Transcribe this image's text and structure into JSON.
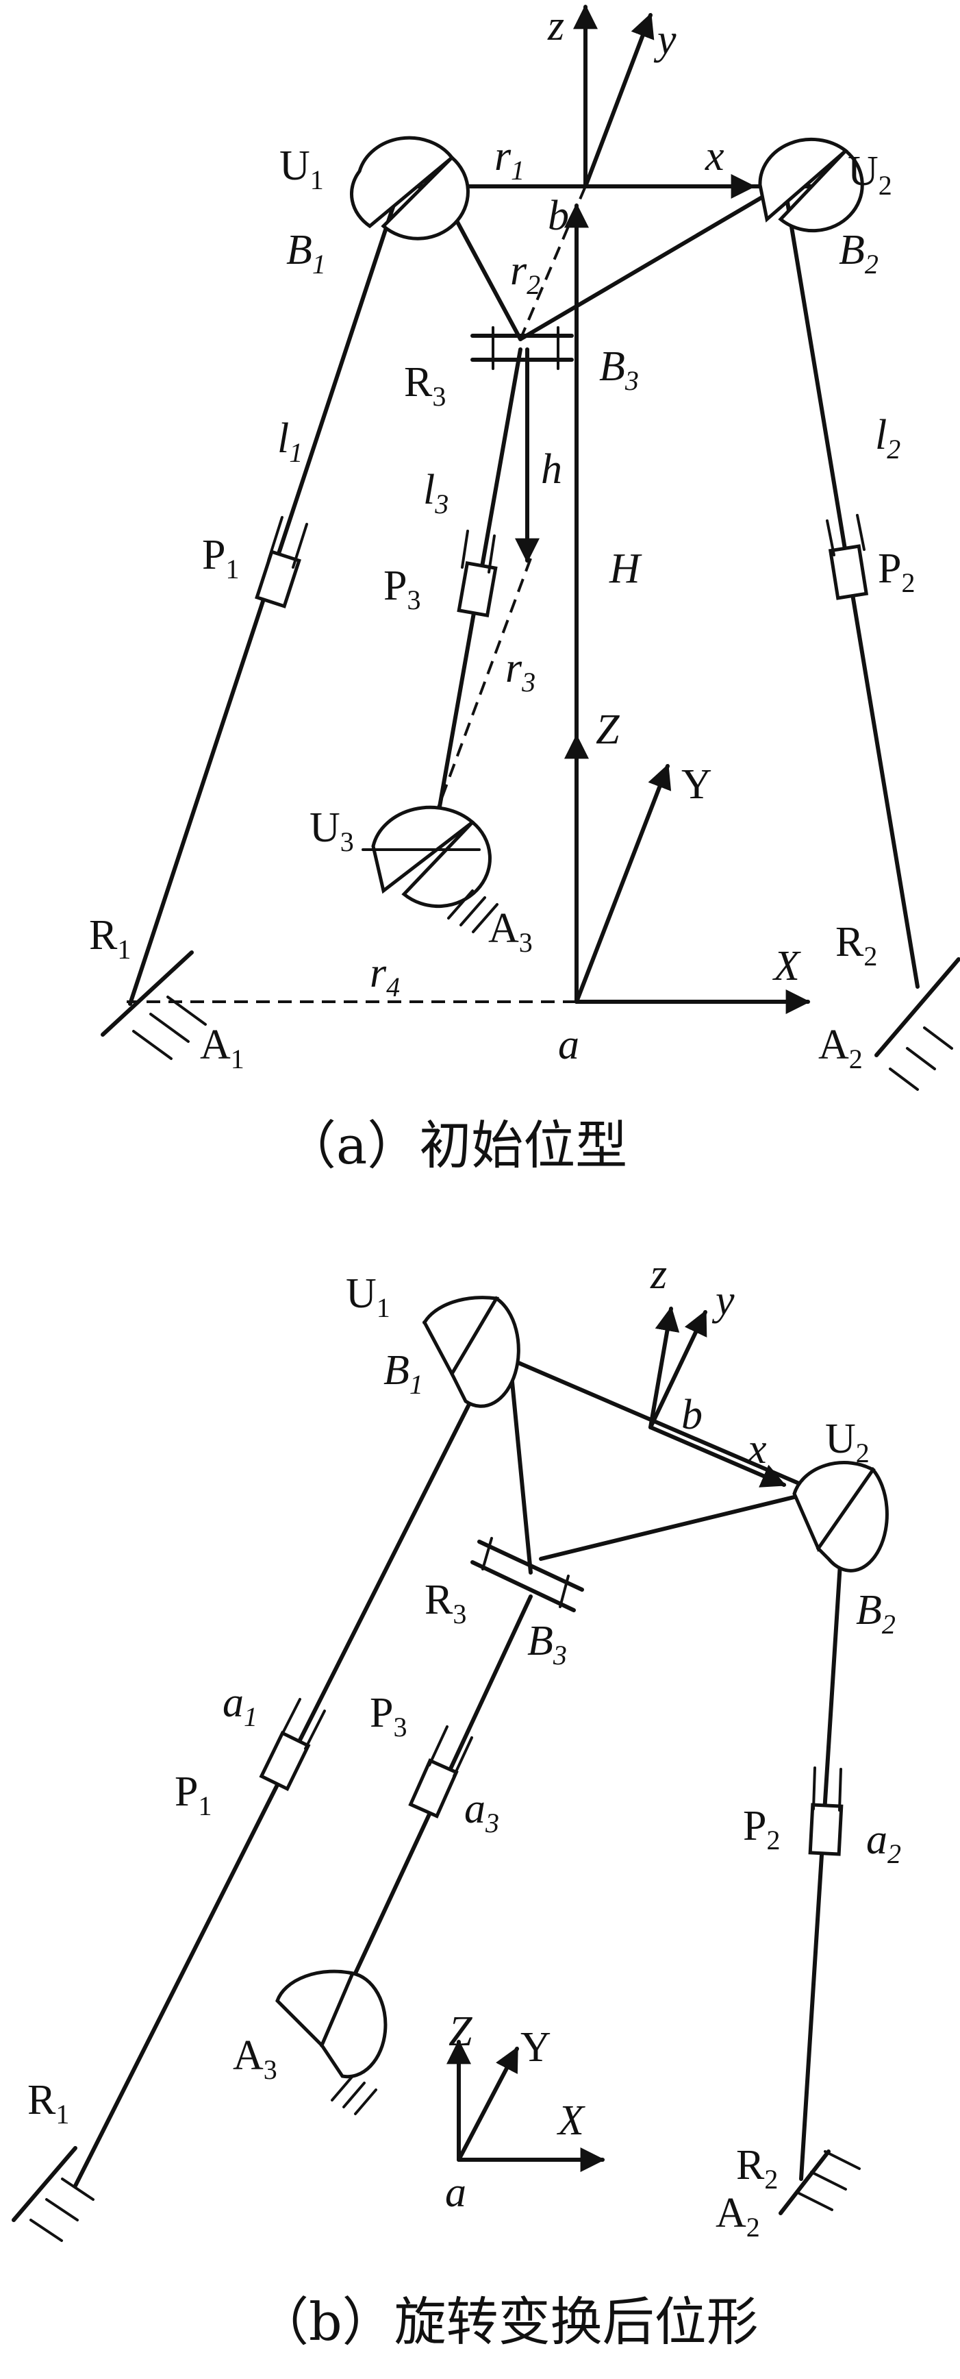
{
  "figure_a": {
    "caption": "（a）初始位型",
    "labels": {
      "U1": "U",
      "U1_sub": "1",
      "U2": "U",
      "U2_sub": "2",
      "U3": "U",
      "U3_sub": "3",
      "B1": "B",
      "B1_sub": "1",
      "B2": "B",
      "B2_sub": "2",
      "B3": "B",
      "B3_sub": "3",
      "R1": "R",
      "R1_sub": "1",
      "R2": "R",
      "R2_sub": "2",
      "R3": "R",
      "R3_sub": "3",
      "P1": "P",
      "P1_sub": "1",
      "P2": "P",
      "P2_sub": "2",
      "P3": "P",
      "P3_sub": "3",
      "A1": "A",
      "A1_sub": "1",
      "A2": "A",
      "A2_sub": "2",
      "A3": "A",
      "A3_sub": "3",
      "l1": "l",
      "l1_sub": "1",
      "l2": "l",
      "l2_sub": "2",
      "l3": "l",
      "l3_sub": "3",
      "r1": "r",
      "r1_sub": "1",
      "r2": "r",
      "r2_sub": "2",
      "r3": "r",
      "r3_sub": "3",
      "r4": "r",
      "r4_sub": "4",
      "x": "x",
      "y": "y",
      "z": "z",
      "X": "X",
      "Y": "Y",
      "Z": "Z",
      "b": "b",
      "a": "a",
      "h": "h",
      "H": "H"
    }
  },
  "figure_b": {
    "caption": "（b）旋转变换后位形",
    "labels": {
      "U1": "U",
      "U1_sub": "1",
      "U2": "U",
      "U2_sub": "2",
      "B1": "B",
      "B1_sub": "1",
      "B2": "B",
      "B2_sub": "2",
      "B3": "B",
      "B3_sub": "3",
      "R1": "R",
      "R1_sub": "1",
      "R2": "R",
      "R2_sub": "2",
      "R3": "R",
      "R3_sub": "3",
      "P1": "P",
      "P1_sub": "1",
      "P2": "P",
      "P2_sub": "2",
      "P3": "P",
      "P3_sub": "3",
      "A2": "A",
      "A2_sub": "2",
      "A3": "A",
      "A3_sub": "3",
      "a1": "a",
      "a1_sub": "1",
      "a2": "a",
      "a2_sub": "2",
      "a3": "a",
      "a3_sub": "3",
      "x": "x",
      "y": "y",
      "z": "z",
      "X": "X",
      "Y": "Y",
      "Z": "Z",
      "b": "b",
      "a": "a"
    }
  }
}
